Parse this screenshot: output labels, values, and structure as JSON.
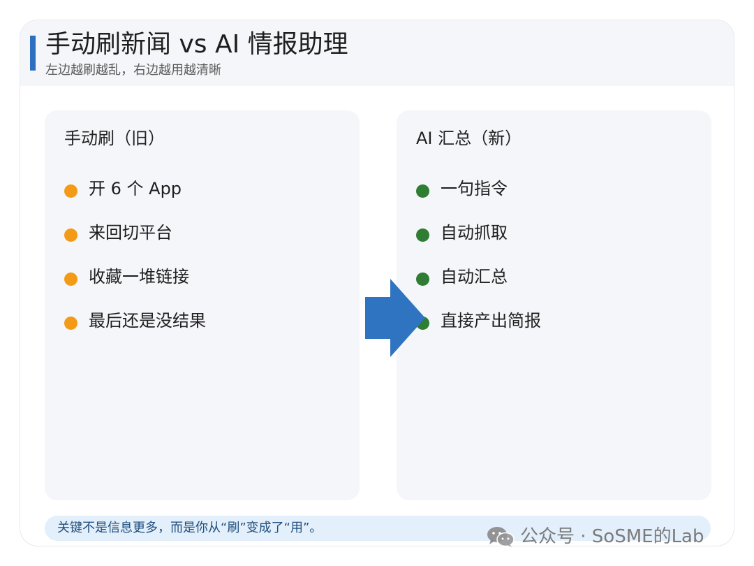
{
  "header": {
    "title": "手动刷新闻 vs AI 情报助理",
    "subtitle": "左边越刷越乱，右边越用越清晰",
    "accent_color": "#2f6fbf"
  },
  "left_panel": {
    "title": "手动刷（旧）",
    "bullet_color": "#f39b16",
    "items": [
      "开 6 个 App",
      "来回切平台",
      "收藏一堆链接",
      "最后还是没结果"
    ]
  },
  "right_panel": {
    "title": "AI 汇总（新）",
    "bullet_color": "#2e7d32",
    "items": [
      "一句指令",
      "自动抓取",
      "自动汇总",
      "直接产出简报"
    ]
  },
  "arrow": {
    "icon": "arrow-right-icon",
    "color": "#2f74c0"
  },
  "footer": {
    "text": "关键不是信息更多，而是你从“刷”变成了“用”。"
  },
  "watermark": {
    "icon": "wechat-icon",
    "text": "公众号 · SoSME的Lab"
  }
}
